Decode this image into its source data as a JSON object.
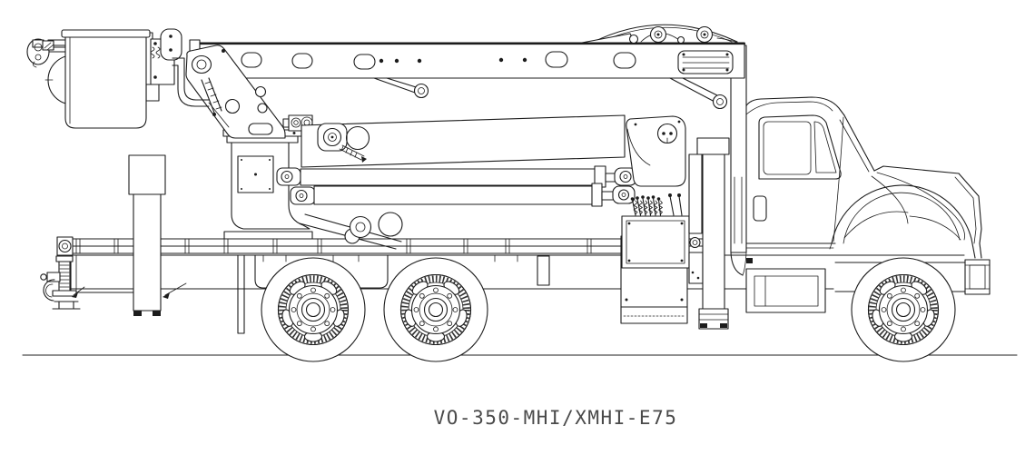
{
  "figure": {
    "caption": "VO-350-MHI/XMHI-E75",
    "kind": "technical line drawing, side elevation",
    "subject": "articulated aerial bucket lift truck"
  },
  "colors": {
    "line": "#1c1c1c",
    "background": "#ffffff",
    "caption": "#4a4a4a"
  }
}
